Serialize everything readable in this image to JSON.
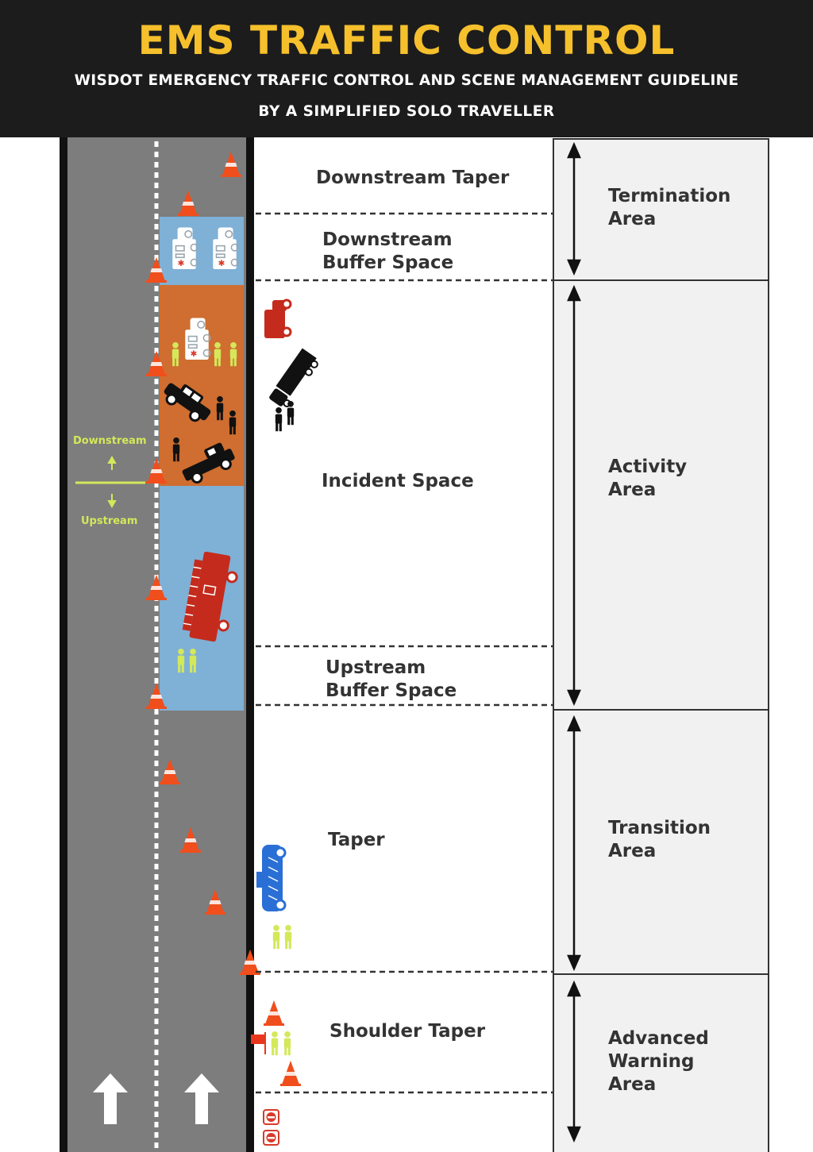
{
  "header": {
    "title": "EMS TRAFFIC CONTROL",
    "subtitle": "WISDOT EMERGENCY TRAFFIC CONTROL AND SCENE MANAGEMENT GUIDELINE",
    "byline": "BY A SIMPLIFIED SOLO TRAVELLER"
  },
  "zones": {
    "downstream_taper": "Downstream Taper",
    "downstream_buffer_line1": "Downstream",
    "downstream_buffer_line2": "Buffer Space",
    "incident_space": "Incident Space",
    "upstream_buffer_line1": "Upstream",
    "upstream_buffer_line2": "Buffer Space",
    "taper": "Taper",
    "shoulder_taper": "Shoulder Taper"
  },
  "areas": {
    "termination_line1": "Termination",
    "termination_line2": "Area",
    "activity_line1": "Activity",
    "activity_line2": "Area",
    "transition_line1": "Transition",
    "transition_line2": "Area",
    "advanced_line1": "Advanced",
    "advanced_line2": "Warning",
    "advanced_line3": "Area"
  },
  "lane_markers": {
    "downstream": "Downstream",
    "upstream": "Upstream"
  },
  "icons": [
    "traffic-cone-icon",
    "ambulance-icon",
    "fire-truck-icon",
    "police-car-icon",
    "pickup-truck-icon",
    "car-icon",
    "semi-truck-icon",
    "person-icon",
    "flag-icon",
    "do-not-enter-sign-icon",
    "up-arrow-icon"
  ],
  "colors": {
    "header_bg": "#1c1c1c",
    "title": "#f5c02c",
    "road": "#7d7d7d",
    "buffer_blue": "#7fb0d6",
    "incident_orange": "#cf6e30",
    "cone": "#f04e1c",
    "fire_truck": "#c42b1c",
    "police": "#2a6fd6",
    "crew_yellow": "#d4e85a",
    "area_panel": "#f1f1f1"
  }
}
